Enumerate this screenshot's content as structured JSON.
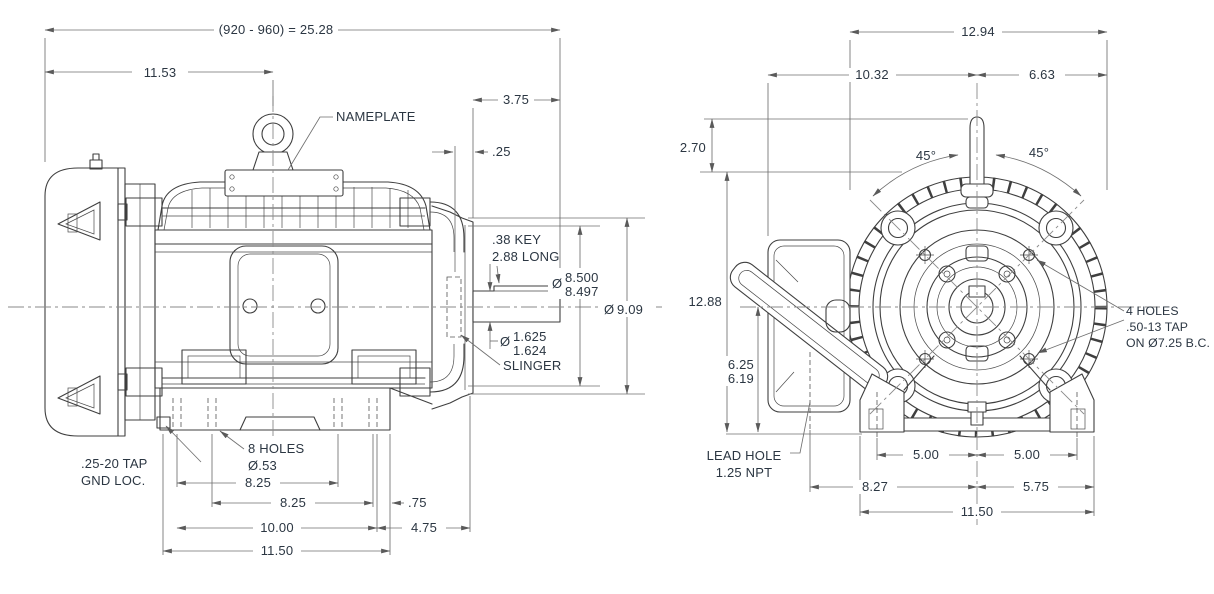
{
  "symbols": {
    "diameter": "Ø"
  },
  "side_view": {
    "labels": {
      "nameplate": "NAMEPLATE",
      "key_line1": ".38 KEY",
      "key_line2": "2.88 LONG",
      "slinger": "SLINGER",
      "holes_line1": "8 HOLES",
      "holes_line2": "Ø.53",
      "gnd_line1": ".25-20 TAP",
      "gnd_line2": "GND LOC."
    },
    "dims": {
      "overall_length": "(920 - 960) = 25.28",
      "cover_to_center": "11.53",
      "shaft_extension": "3.75",
      "slinger_clearance": ".25",
      "pilot_dia_max": "8.500",
      "pilot_dia_min": "8.497",
      "bracket_dia": "9.09",
      "shaft_dia_max": "1.625",
      "shaft_dia_min": "1.624",
      "bolt_span_inner": "8.25",
      "bolt_span_outer": "8.25",
      "bolt_to_foot_end": ".75",
      "bolt_span_length": "10.00",
      "foot_to_face": "4.75",
      "foot_length": "11.50"
    }
  },
  "end_view": {
    "labels": {
      "holes_line1": "4 HOLES",
      "holes_line2": ".50-13 TAP",
      "holes_line3": "ON Ø7.25 B.C.",
      "lead_hole_line1": "LEAD HOLE",
      "lead_hole_line2": "1.25 NPT"
    },
    "dims": {
      "frame_od": "12.94",
      "box_to_center": "10.32",
      "center_to_right": "6.63",
      "eyebolt_height": "2.70",
      "angle_left": "45°",
      "angle_right": "45°",
      "overall_height": "12.88",
      "shaft_height_max": "6.25",
      "shaft_height_min": "6.19",
      "foot_left_span": "5.00",
      "foot_right_span": "5.00",
      "base_left": "8.27",
      "base_right": "5.75",
      "base_overall": "11.50"
    }
  }
}
